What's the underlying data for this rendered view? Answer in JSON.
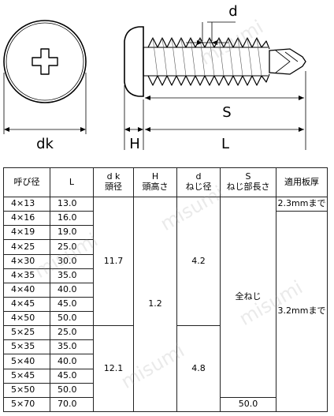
{
  "drawing": {
    "labels": {
      "d": "d",
      "S": "S",
      "dk": "dk",
      "H": "H",
      "L": "L"
    }
  },
  "table": {
    "headers": [
      {
        "line1": "呼び径",
        "line2": ""
      },
      {
        "line1": "L",
        "line2": ""
      },
      {
        "line1": "d k",
        "line2": "頭径"
      },
      {
        "line1": "H",
        "line2": "頭高さ"
      },
      {
        "line1": "d",
        "line2": "ねじ径"
      },
      {
        "line1": "S",
        "line2": "ねじ部長さ"
      },
      {
        "line1": "適用板厚",
        "line2": ""
      }
    ],
    "rows": [
      {
        "size": "4×13",
        "L": "13.0"
      },
      {
        "size": "4×16",
        "L": "16.0"
      },
      {
        "size": "4×19",
        "L": "19.0"
      },
      {
        "size": "4×25",
        "L": "25.0"
      },
      {
        "size": "4×30",
        "L": "30.0"
      },
      {
        "size": "4×35",
        "L": "35.0"
      },
      {
        "size": "4×40",
        "L": "40.0"
      },
      {
        "size": "4×45",
        "L": "45.0"
      },
      {
        "size": "4×50",
        "L": "50.0"
      },
      {
        "size": "5×25",
        "L": "25.0"
      },
      {
        "size": "5×35",
        "L": "35.0"
      },
      {
        "size": "5×40",
        "L": "40.0"
      },
      {
        "size": "5×45",
        "L": "45.0"
      },
      {
        "size": "5×50",
        "L": "50.0"
      },
      {
        "size": "5×70",
        "L": "70.0"
      }
    ],
    "merged": {
      "dk_4": "11.7",
      "dk_5": "12.1",
      "H": "1.2",
      "d_4": "4.2",
      "d_5": "4.8",
      "S_full": "全ねじ",
      "S_last": "50.0",
      "plate_first": "2.3mmまで",
      "plate_rest": "3.2mmまで"
    }
  },
  "watermark": "misumi"
}
